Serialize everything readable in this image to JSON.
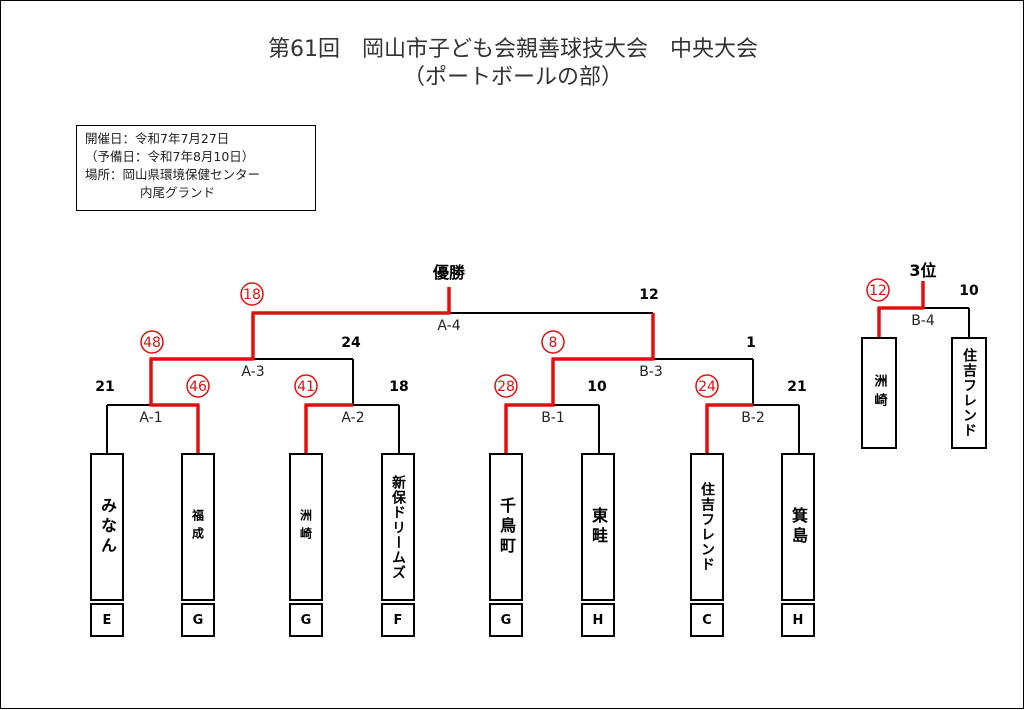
{
  "title": {
    "line1": "第61回　岡山市子ども会親善球技大会　中央大会",
    "line2": "（ポートボールの部）"
  },
  "info": {
    "date": "開催日：令和7年7月27日",
    "reserve": "（予備日：令和7年8月10日）",
    "venue": "場所：岡山県環境保健センター",
    "venue2": "内尾グランド"
  },
  "labels": {
    "champion": "優勝",
    "third_place": "3位"
  },
  "matches": {
    "a1": "A-1",
    "a2": "A-2",
    "a3": "A-3",
    "a4": "A-4",
    "b1": "B-1",
    "b2": "B-2",
    "b3": "B-3",
    "b4": "B-4"
  },
  "scores": {
    "a1_left": "21",
    "a1_right": "46",
    "a2_left": "41",
    "a2_right": "18",
    "a3_left": "48",
    "a3_right": "24",
    "a4_left": "18",
    "a4_right": "12",
    "b1_left": "28",
    "b1_right": "10",
    "b2_left": "24",
    "b2_right": "21",
    "b3_left": "8",
    "b3_right": "1",
    "b4_left": "12",
    "b4_right": "10"
  },
  "teams": [
    {
      "name": "みなん",
      "group": "E"
    },
    {
      "name": "福成",
      "group": "G"
    },
    {
      "name": "洲崎",
      "group": "G"
    },
    {
      "name": "新保ドリームズ",
      "group": "F"
    },
    {
      "name": "千鳥町",
      "group": "G"
    },
    {
      "name": "東畦",
      "group": "H"
    },
    {
      "name": "住吉フレンド",
      "group": "C"
    },
    {
      "name": "箕島",
      "group": "H"
    }
  ],
  "third_place_teams": [
    "洲崎",
    "住吉フレンド"
  ],
  "colors": {
    "winner_line": "#e01010",
    "line": "#000000"
  }
}
